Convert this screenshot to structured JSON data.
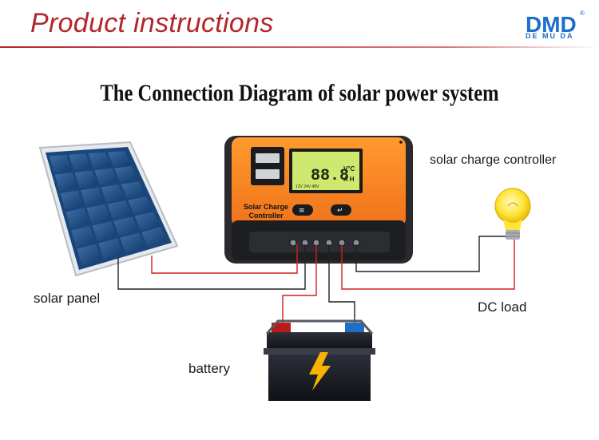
{
  "header": {
    "title": "Product instructions",
    "brand_colors": {
      "accent": "#b3262b",
      "logo_blue": "#1d6fc7"
    }
  },
  "logo": {
    "letters": "DMD",
    "brand": "DE MU DA",
    "registered": "®"
  },
  "diagram": {
    "title": "The Connection Diagram of solar power system",
    "components": {
      "controller": {
        "label": "solar charge controller",
        "panel_text": "Solar Charge Controller",
        "lcd_readout": "88.8",
        "lcd_units_top": "V°C",
        "lcd_units_bottom": "A H",
        "lcd_voltages": "12V 24V 48V"
      },
      "solar_panel": {
        "label": "solar panel"
      },
      "load": {
        "label": "DC load"
      },
      "battery": {
        "label": "battery"
      }
    },
    "wire_colors": {
      "positive": "#d21e1e",
      "negative": "#222222"
    }
  }
}
